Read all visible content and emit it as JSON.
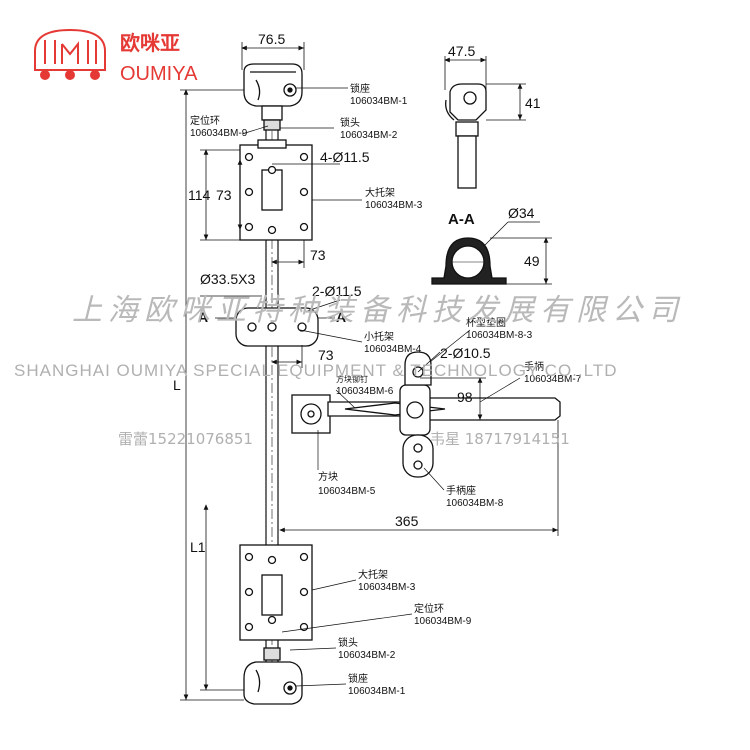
{
  "brand": {
    "name_cn": "欧咪亚",
    "name_en": "OUMIYA",
    "accent": "#e53935"
  },
  "watermark": {
    "company_cn": "上海欧咪亚特种装备科技发展有限公司",
    "company_en": "SHANGHAI OUMIYA SPECIAL EQUIPMENT & TECHNOLOGY CO.,LTD",
    "contact_1": "雷蕾15221076851",
    "contact_2": "韦星 18717914151"
  },
  "dimensions": {
    "top_width": "76.5",
    "bracket_holes": "4-Ø11.5",
    "bracket_height": "114",
    "bracket_hole_pitch_v": "73",
    "bracket_hole_pitch_h": "73",
    "rod_spec": "Ø33.5X3",
    "small_bracket_holes": "2-Ø11.5",
    "small_bracket_pitch": "73",
    "handle_seat_holes": "2-Ø10.5",
    "handle_offset": "98",
    "handle_length": "365",
    "overall_length": "L",
    "lower_length": "L1",
    "side_width": "47.5",
    "side_height": "41",
    "section_title": "A-A",
    "section_dia": "Ø34",
    "section_height": "49",
    "section_mark_left": "A",
    "section_mark_right": "A"
  },
  "parts": [
    {
      "name": "锁座",
      "code": "106034BM-1"
    },
    {
      "name": "定位环",
      "code": "106034BM-9"
    },
    {
      "name": "锁头",
      "code": "106034BM-2"
    },
    {
      "name": "大托架",
      "code": "106034BM-3"
    },
    {
      "name": "小托架",
      "code": "106034BM-4"
    },
    {
      "name": "杯型垫圈",
      "code": "106034BM-8-3"
    },
    {
      "name": "手柄",
      "code": "106034BM-7"
    },
    {
      "name": "方块铆钉",
      "code": "106034BM-6"
    },
    {
      "name": "方块",
      "code": "106034BM-5"
    },
    {
      "name": "手柄座",
      "code": "106034BM-8"
    },
    {
      "name": "大托架",
      "code": "106034BM-3"
    },
    {
      "name": "定位环",
      "code": "106034BM-9"
    },
    {
      "name": "锁头",
      "code": "106034BM-2"
    },
    {
      "name": "锁座",
      "code": "106034BM-1"
    }
  ]
}
